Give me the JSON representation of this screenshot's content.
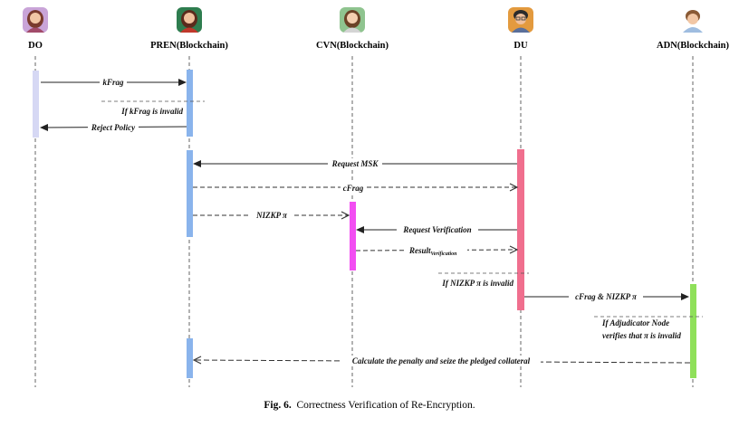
{
  "actors": [
    {
      "id": "do",
      "label": "DO",
      "avatar": "woman-avatar-icon",
      "color": "#a24b6a"
    },
    {
      "id": "pren",
      "label": "PREN(Blockchain)",
      "avatar": "woman-avatar-icon",
      "color": "#2e7d4f"
    },
    {
      "id": "cvn",
      "label": "CVN(Blockchain)",
      "avatar": "woman-avatar-icon",
      "color": "#6aa06a"
    },
    {
      "id": "du",
      "label": "DU",
      "avatar": "man-avatar-icon",
      "color": "#d98a2b"
    },
    {
      "id": "adn",
      "label": "ADN(Blockchain)",
      "avatar": "man-avatar-icon",
      "color": "#8fb1d8"
    }
  ],
  "activation_colors": {
    "do": "#d6d8f4",
    "pren": "#8ab4ec",
    "cvn": "#f24ef2",
    "du": "#f06f8e",
    "adn": "#8fe05a"
  },
  "messages": [
    {
      "id": "m1",
      "label": "kFrag",
      "from": "do",
      "to": "pren",
      "style": "solid"
    },
    {
      "id": "m2",
      "label": "If kFrag is invalid",
      "style": "condition"
    },
    {
      "id": "m3",
      "label": "Reject Policy",
      "from": "pren",
      "to": "do",
      "style": "solid"
    },
    {
      "id": "m4",
      "label": "Request MSK",
      "from": "du",
      "to": "pren",
      "style": "solid"
    },
    {
      "id": "m5",
      "label": "cFrag",
      "from": "pren",
      "to": "du",
      "style": "dashed"
    },
    {
      "id": "m6",
      "label": "NIZKP π",
      "from": "pren",
      "to": "cvn",
      "style": "dashed"
    },
    {
      "id": "m7",
      "label": "Request Verification",
      "from": "du",
      "to": "cvn",
      "style": "solid"
    },
    {
      "id": "m8",
      "label": "Result",
      "subscript": "Verification",
      "from": "cvn",
      "to": "du",
      "style": "dashed"
    },
    {
      "id": "m9",
      "label": "If NIZKP π is invalid",
      "style": "condition"
    },
    {
      "id": "m10",
      "label": "cFrag & NIZKP π",
      "from": "du",
      "to": "adn",
      "style": "solid"
    },
    {
      "id": "m11",
      "label": "If Adjudicator Node",
      "label2": "verifies that π is invalid",
      "style": "condition"
    },
    {
      "id": "m12",
      "label": "Calculate the penalty and seize the pledged collateral",
      "from": "adn",
      "to": "pren",
      "style": "dashed"
    }
  ],
  "caption": {
    "prefix": "Fig. 6.",
    "text": "Correctness Verification of Re-Encryption."
  }
}
